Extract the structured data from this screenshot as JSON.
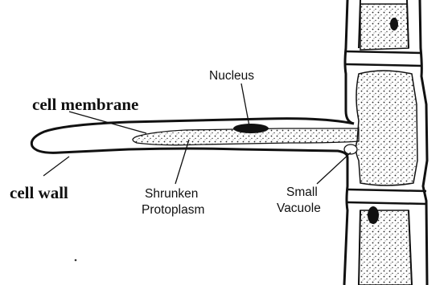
{
  "diagram": {
    "labels": {
      "nucleus": "Nucleus",
      "cell_membrane": "cell membrane",
      "cell_wall": "cell wall",
      "shrunken_protoplasm_line1": "Shrunken",
      "shrunken_protoplasm_line2": "Protoplasm",
      "small_vacuole_line1": "Small",
      "small_vacuole_line2": "Vacuole"
    }
  }
}
